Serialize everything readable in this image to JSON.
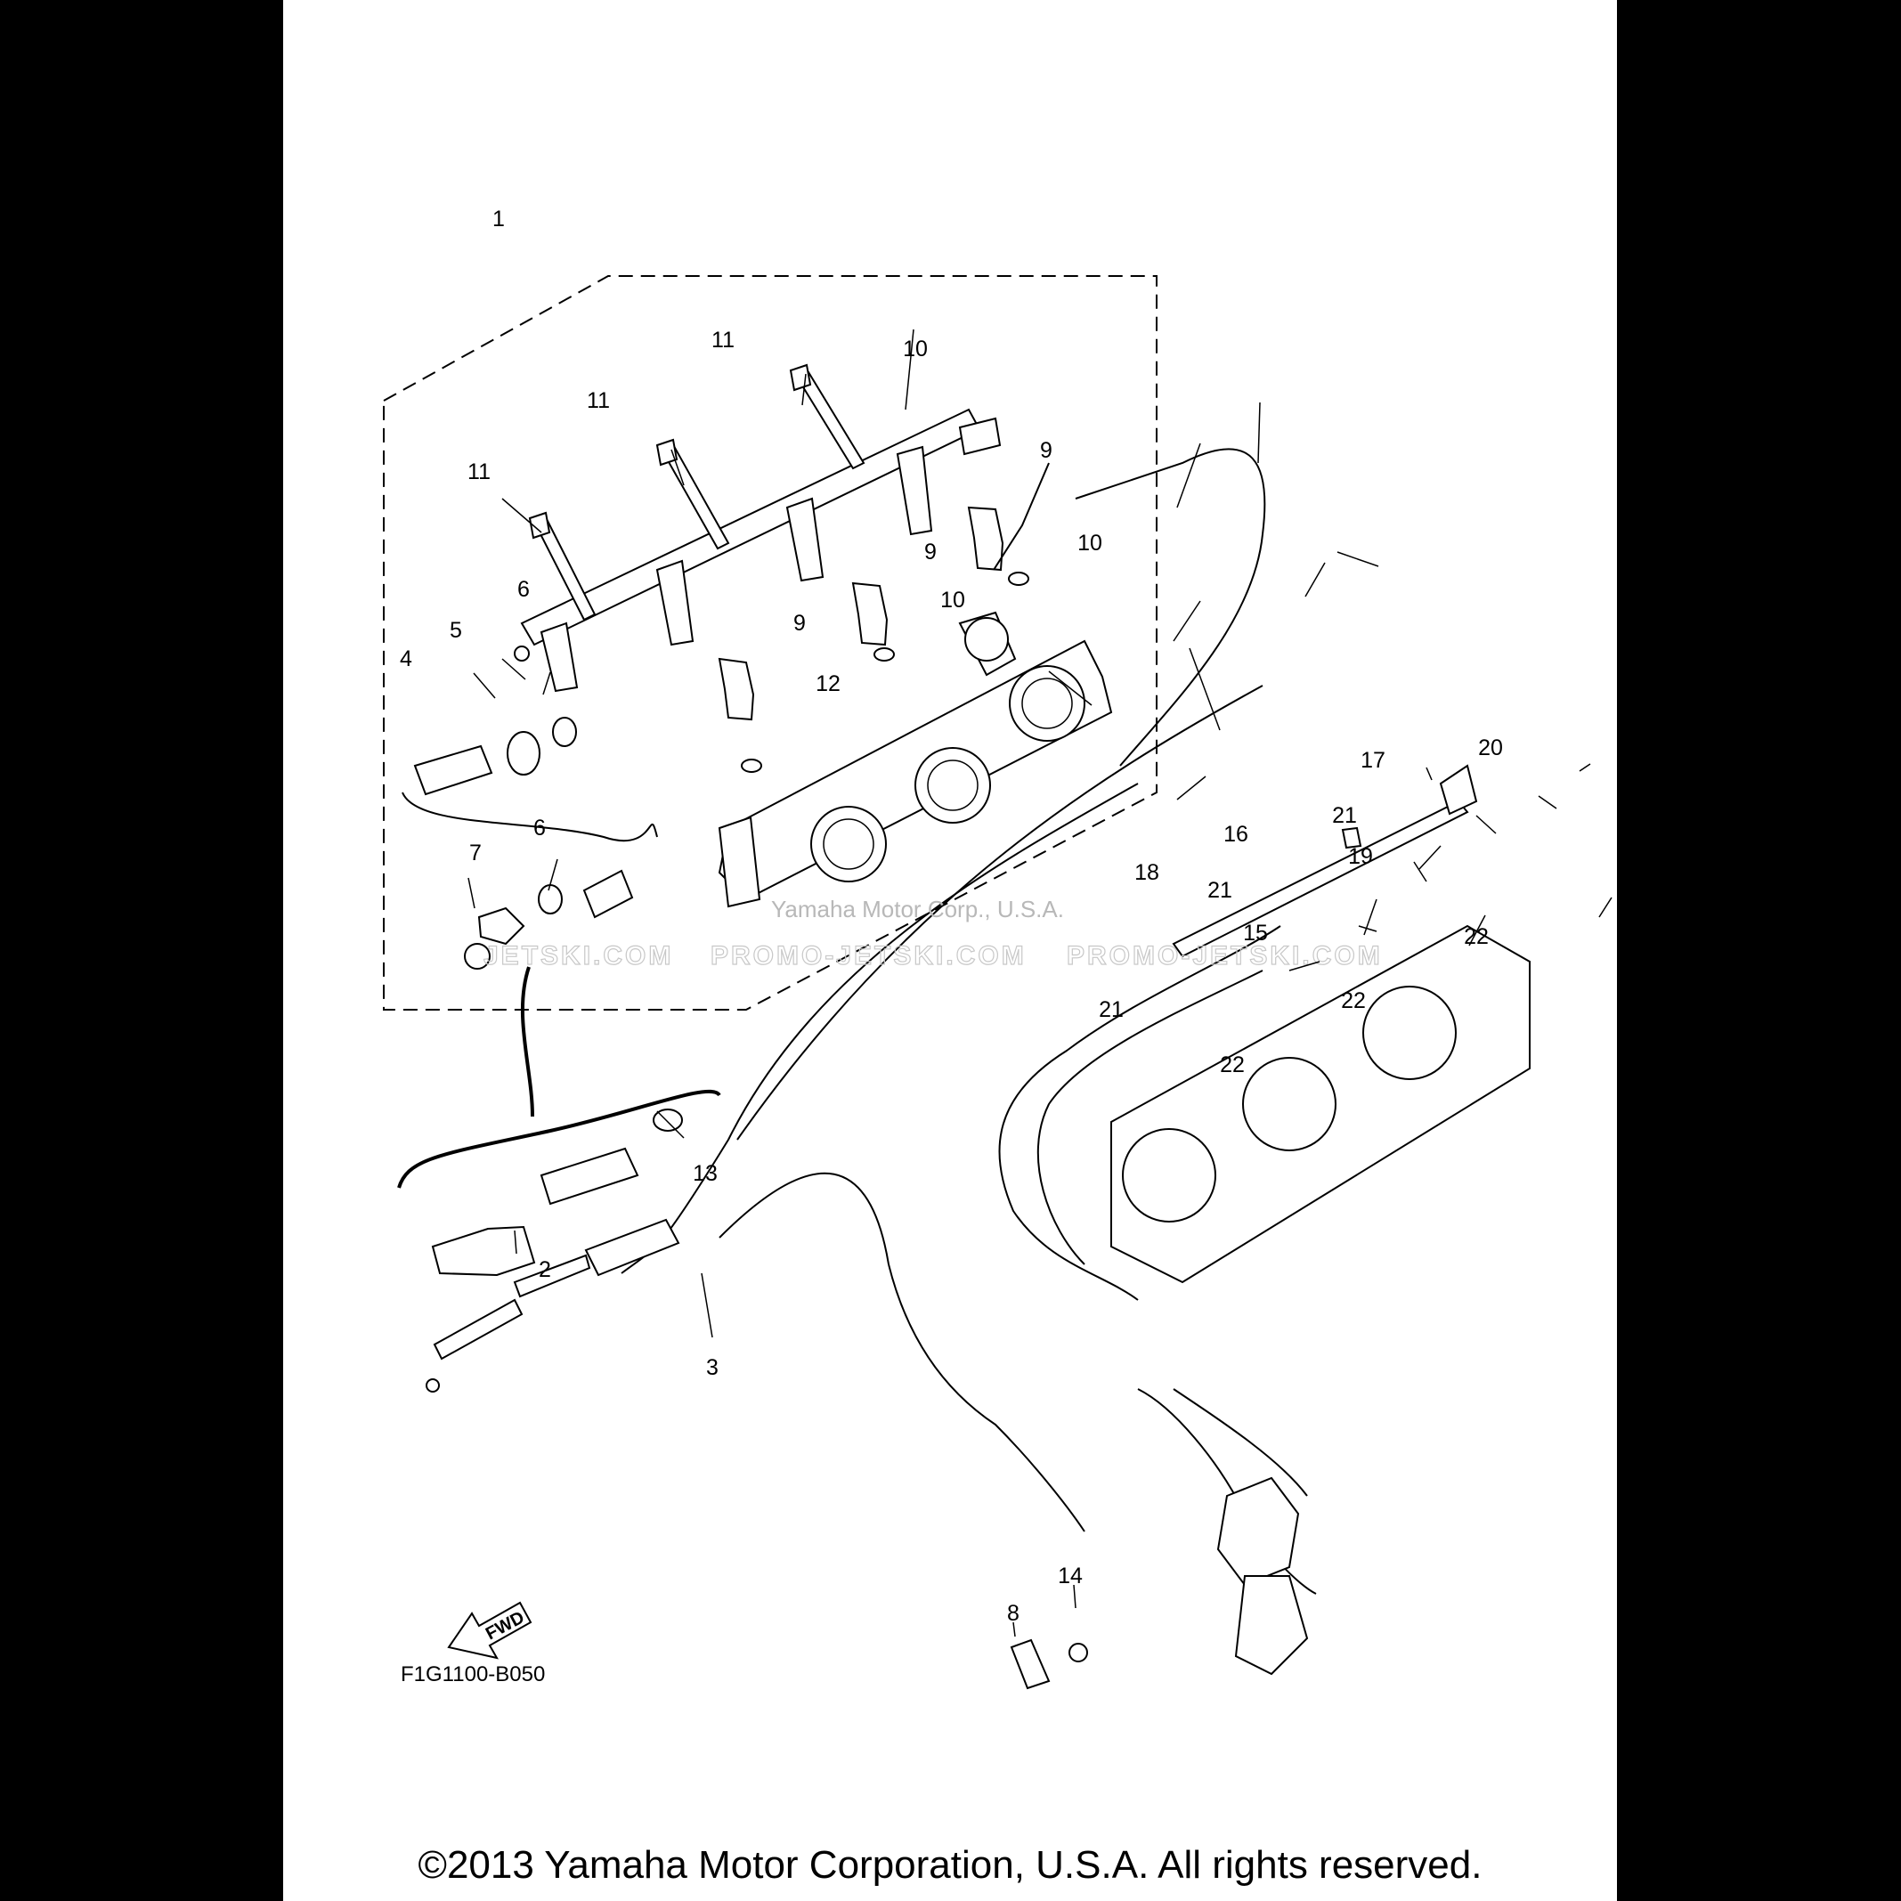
{
  "diagram_code": "F1G1100-B050",
  "fwd_label": "FWD",
  "copyright": "©2013 Yamaha Motor Corporation, U.S.A. All rights reserved.",
  "watermarks": {
    "left": "JETSKI.COM",
    "center": "PROMO-JETSKI.COM",
    "right": "PROMO-JETSKI.COM",
    "overlay": "Yamaha Motor Corp., U.S.A."
  },
  "callouts": [
    "1",
    "2",
    "3",
    "4",
    "5",
    "6",
    "6",
    "7",
    "8",
    "9",
    "9",
    "9",
    "10",
    "10",
    "10",
    "11",
    "11",
    "11",
    "12",
    "13",
    "14",
    "15",
    "16",
    "17",
    "18",
    "19",
    "20",
    "21",
    "21",
    "21",
    "22",
    "22",
    "22"
  ]
}
